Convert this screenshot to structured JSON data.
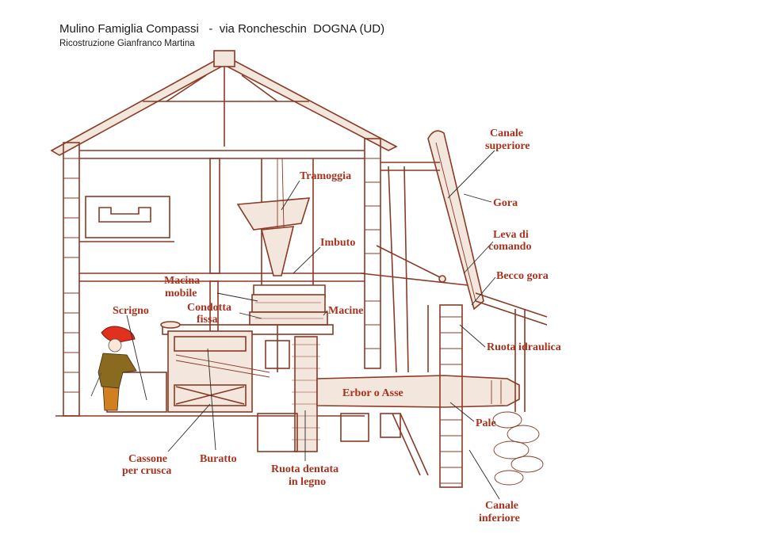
{
  "header": {
    "title": "Mulino Famiglia Compassi   -  via Roncheschin  DOGNA (UD)",
    "subtitle": "Ricostruzione Gianfranco Martina"
  },
  "labels": {
    "tramoggia": "Tramoggia",
    "imbuto": "Imbuto",
    "macina_mobile_1": "Macina",
    "macina_mobile_2": "mobile",
    "condotta_fissa_1": "Condotta",
    "condotta_fissa_2": "fissa",
    "macine": "Macine",
    "scrigno": "Scrigno",
    "canale_superiore_1": "Canale",
    "canale_superiore_2": "superiore",
    "gora": "Gora",
    "leva_1": "Leva di",
    "leva_2": "comando",
    "becco_gora": "Becco gora",
    "ruota_idraulica": "Ruota idraulica",
    "erbor": "Erbor o Asse",
    "pale": "Pale",
    "cassone_1": "Cassone",
    "cassone_2": "per crusca",
    "buratto": "Buratto",
    "ruota_dentata_1": "Ruota dentata",
    "ruota_dentata_2": "in legno",
    "canale_inferiore_1": "Canale",
    "canale_inferiore_2": "inferiore"
  },
  "colors": {
    "ink": "#8a3a25",
    "label": "#a8321e",
    "hat": "#e0301e",
    "coat": "#8a6a1e"
  }
}
